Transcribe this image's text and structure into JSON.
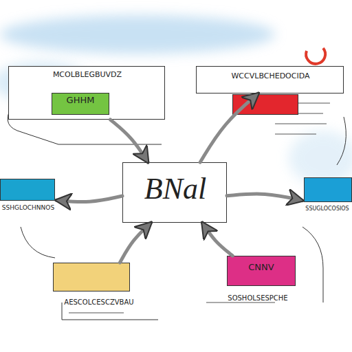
{
  "diagram": {
    "nodes": [
      {
        "text": [
          "MCOLBLEGBUVDZ",
          "GHHM"
        ]
      },
      {
        "text": [
          "WCCVLBCHEDOCIDA"
        ]
      },
      {
        "text": [
          "SSHGLOCHNNOS"
        ]
      },
      {
        "text": [
          "BNal"
        ]
      },
      {
        "text": [
          "SSUGLOCOSIOS"
        ]
      },
      {
        "text": [
          "AESCOLCESCZVBAU"
        ]
      },
      {
        "text": [
          "CNNV",
          "SOSHOLSESPCHE"
        ]
      }
    ],
    "edges": [
      {
        "from": 0,
        "to": 3,
        "arrow": "to"
      },
      {
        "from": 3,
        "to": 1,
        "arrow": "to"
      },
      {
        "from": 3,
        "to": 2,
        "arrow": "to"
      },
      {
        "from": 3,
        "to": 4,
        "arrow": "to"
      },
      {
        "from": 5,
        "to": 3,
        "arrow": "to"
      },
      {
        "from": 6,
        "to": 3,
        "arrow": "to"
      }
    ]
  }
}
